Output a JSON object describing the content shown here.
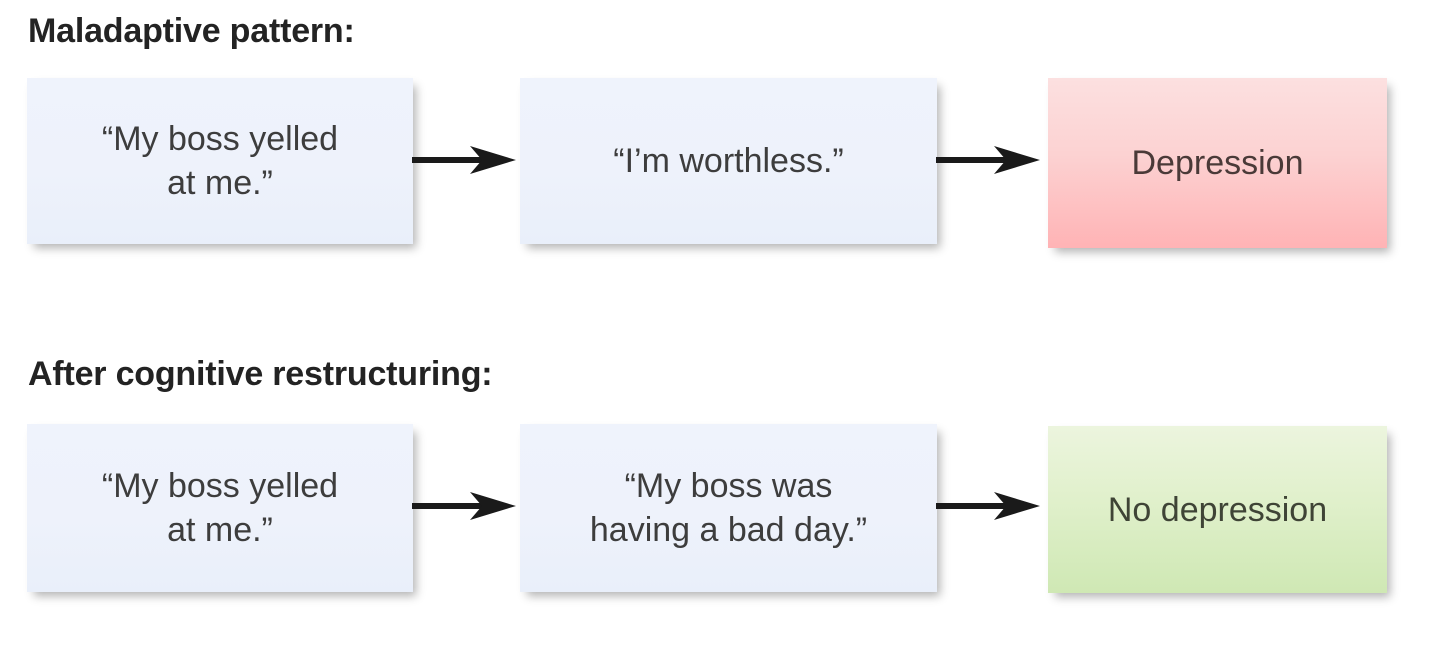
{
  "diagram": {
    "title": "Cognitive restructuring comparison",
    "background_color": "#ffffff",
    "colors": {
      "thought_box": "#eef2fb",
      "negative_outcome": "#ffb3b5",
      "positive_outcome": "#cfe8b4",
      "heading_text": "#232323",
      "body_text": "#3d3d3d",
      "arrow": "#1a1a1a"
    },
    "rows": [
      {
        "heading": "Maladaptive pattern:",
        "nodes": [
          {
            "label": "“My boss yelled\nat me.”",
            "line1": "“My boss yelled",
            "line2": "at me.”",
            "kind": "thought"
          },
          {
            "label": "“I’m worthless.”",
            "line1": "“I’m worthless.”",
            "line2": "",
            "kind": "thought"
          },
          {
            "label": "Depression",
            "line1": "Depression",
            "line2": "",
            "kind": "outcome-negative"
          }
        ],
        "connectors": [
          {
            "from": "“My boss yelled at me.”",
            "to": "“I’m worthless.”",
            "type": "arrow-right"
          },
          {
            "from": "“I’m worthless.”",
            "to": "Depression",
            "type": "arrow-right"
          }
        ]
      },
      {
        "heading": "After cognitive restructuring:",
        "nodes": [
          {
            "label": "“My boss yelled\nat me.”",
            "line1": "“My boss yelled",
            "line2": "at me.”",
            "kind": "thought"
          },
          {
            "label": "“My boss was\nhaving a bad day.”",
            "line1": "“My boss was",
            "line2": "having a bad day.”",
            "kind": "thought"
          },
          {
            "label": "No depression",
            "line1": "No depression",
            "line2": "",
            "kind": "outcome-positive"
          }
        ],
        "connectors": [
          {
            "from": "“My boss yelled at me.”",
            "to": "“My boss was having a bad day.”",
            "type": "arrow-right"
          },
          {
            "from": "“My boss was having a bad day.”",
            "to": "No depression",
            "type": "arrow-right"
          }
        ]
      }
    ]
  }
}
